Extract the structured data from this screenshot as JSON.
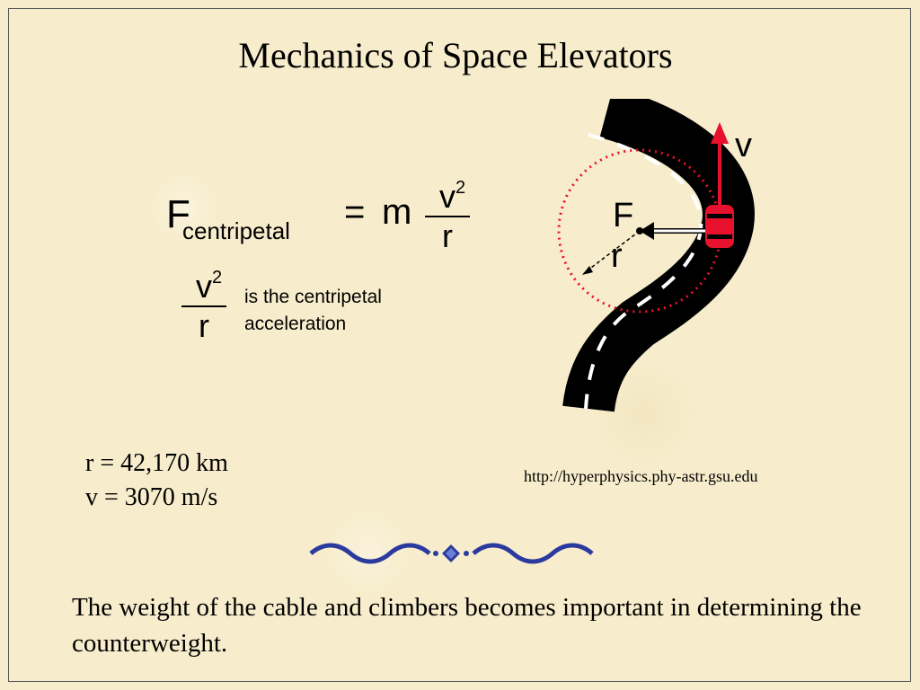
{
  "title": "Mechanics of Space Elevators",
  "formula": {
    "F": "F",
    "subscript": "centripetal",
    "equals": "=",
    "m": "m",
    "numerator": "v",
    "exponent": "2",
    "denominator": "r"
  },
  "acceleration": {
    "numerator": "v",
    "exponent": "2",
    "denominator": "r",
    "line1": "is the centripetal",
    "line2": "acceleration"
  },
  "diagram": {
    "v_label": "v",
    "F_label": "F",
    "r_label": "r",
    "colors": {
      "road": "#000000",
      "arrow_v": "#e8112d",
      "circle": "#e8112d",
      "car": "#e8112d",
      "road_marks": "#ffffff"
    }
  },
  "stats": {
    "r_line": "r = 42,170 km",
    "v_line": "v = 3070 m/s"
  },
  "credit": "http://hyperphysics.phy-astr.gsu.edu",
  "bottom_text": "The weight of the cable and climbers becomes important in determining the counterweight.",
  "divider_colors": {
    "main": "#2b3a9e",
    "accent": "#6b7fd6"
  }
}
